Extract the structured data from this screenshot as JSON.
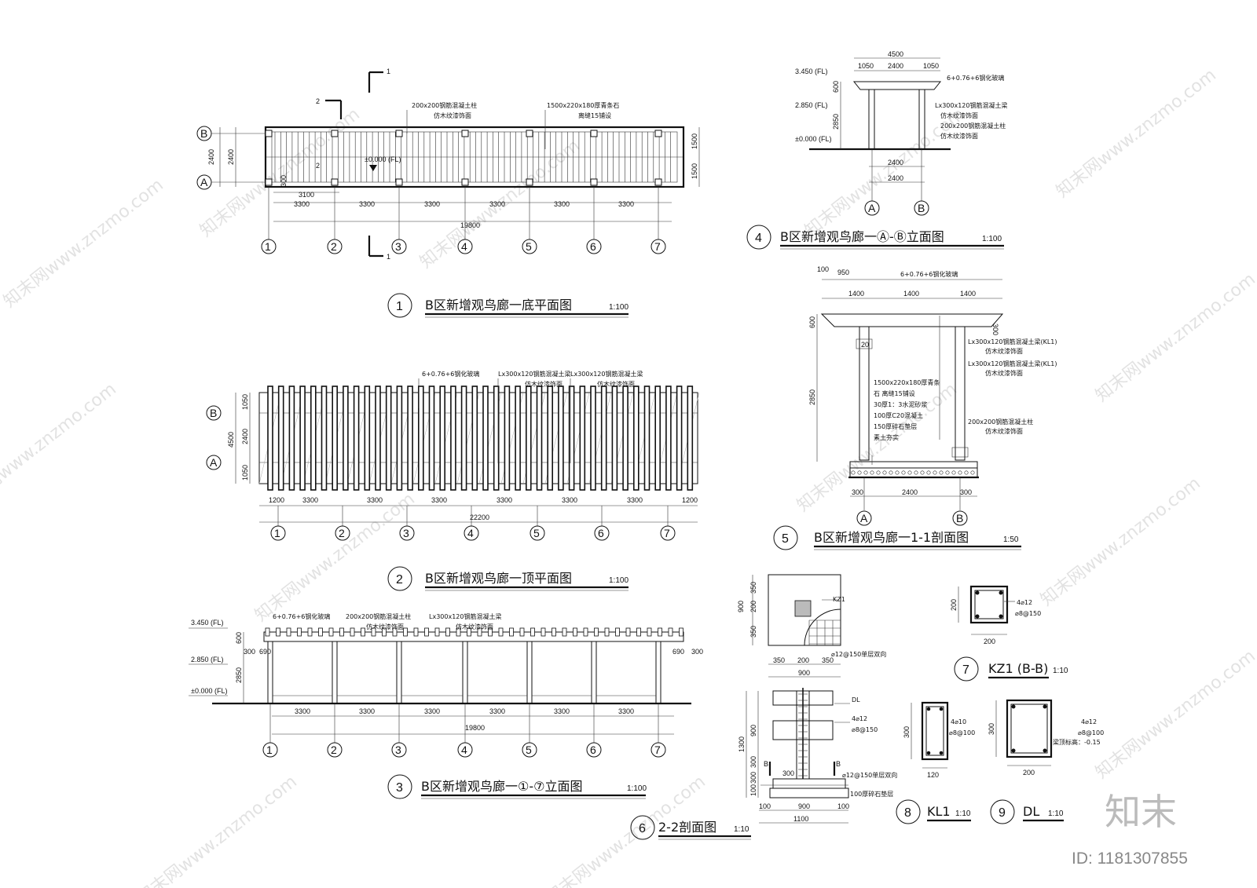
{
  "watermark": {
    "text": "知末网www.znzmo.com",
    "logo": "知末",
    "id": "ID: 1181307855"
  },
  "views": [
    {
      "num": "1",
      "title": "B区新增观鸟廊一底平面图",
      "scale": "1:100"
    },
    {
      "num": "2",
      "title": "B区新增观鸟廊一顶平面图",
      "scale": "1:100"
    },
    {
      "num": "3",
      "title": "B区新增观鸟廊一①-⑦立面图",
      "scale": "1:100"
    },
    {
      "num": "4",
      "title": "B区新增观鸟廊一Ⓐ-Ⓑ立面图",
      "scale": "1:100"
    },
    {
      "num": "5",
      "title": "B区新增观鸟廊一1-1剖面图",
      "scale": "1:50"
    },
    {
      "num": "6",
      "title": "2-2剖面图",
      "scale": "1:10"
    },
    {
      "num": "7",
      "title": "KZ1 (B-B)",
      "scale": "1:10"
    },
    {
      "num": "8",
      "title": "KL1",
      "scale": "1:10"
    },
    {
      "num": "9",
      "title": "DL",
      "scale": "1:10"
    }
  ],
  "grid": {
    "cols": [
      "1",
      "2",
      "3",
      "4",
      "5",
      "6",
      "7"
    ],
    "rows": [
      "A",
      "B"
    ]
  },
  "plan": {
    "dims_bay": "3300",
    "dim_total": "19800",
    "dim_first": "3100",
    "dim_width": "2400",
    "dim_half": "1500",
    "dim_300": "300",
    "level": "±0.000 (FL)",
    "notes": [
      "200x200钢筋混凝土柱",
      "仿木纹漆饰面",
      "1500x220x180厚青条石",
      "离缝15铺设"
    ],
    "sec1": "1",
    "sec2": "2"
  },
  "roof": {
    "dim_end": "1200",
    "dims_bay": "3300",
    "dim_total": "22200",
    "dim_side": "1050",
    "dim_mid": "2400",
    "dim_overall": "4500",
    "notes": [
      "6+0.76+6钢化玻璃",
      "Lx300x120钢筋混凝土梁",
      "仿木纹漆饰面"
    ]
  },
  "elev": {
    "lv_top": "3.450 (FL)",
    "lv_beam": "2.850 (FL)",
    "lv_zero": "±0.000 (FL)",
    "dim_600": "600",
    "dim_2850": "2850",
    "dim_300": "300",
    "dim_690": "690",
    "dims_bay": "3300",
    "dim_total": "19800",
    "notes": [
      "6+0.76+6钢化玻璃",
      "200x200钢筋混凝土柱",
      "仿木纹漆饰面",
      "Lx300x120钢筋混凝土梁"
    ]
  },
  "side": {
    "dim_total": "4500",
    "dim_side": "1050",
    "dim_mid": "2400",
    "lv_top": "3.450 (FL)",
    "lv_beam": "2.850 (FL)",
    "lv_zero": "±0.000 (FL)",
    "dim_600": "600",
    "dim_2850": "2850",
    "notes": [
      "6+0.76+6钢化玻璃",
      "Lx300x120钢筋混凝土梁",
      "仿木纹漆饰面",
      "200x200钢筋混凝土柱"
    ]
  },
  "sect": {
    "dim_100": "100",
    "dim_950": "950",
    "dim_1400": "1400",
    "dim_300": "300",
    "dim_2400": "2400",
    "dim_600": "600",
    "dim_2850": "2850",
    "dim_20": "20",
    "notes_top": [
      "6+0.76+6钢化玻璃"
    ],
    "notes_right": [
      "Lx300x120钢筋混凝土梁(KL1)",
      "仿木纹漆饰面",
      "Lx300x120钢筋混凝土梁(KL1)",
      "仿木纹漆饰面",
      "200x200钢筋混凝土柱",
      "仿木纹漆饰面"
    ],
    "layers": [
      "1500x220x180厚青条",
      "石 离缝15铺设",
      "30厚1：3水泥砂浆",
      "100厚C20混凝土",
      "150厚碎石垫层",
      "素土夯实"
    ]
  },
  "s22": {
    "dims_top": [
      "350",
      "200",
      "350"
    ],
    "dim_900": "900",
    "dims_bottom": [
      "350",
      "200",
      "350"
    ],
    "dim_900b": "900",
    "label_kz": "KZ1",
    "note_rebar": "⌀12@150单层双向",
    "dl": "DL",
    "rebar1": "4⌀12",
    "rebar2": "⌀8@150",
    "rebar3": "⌀12@150单层双向",
    "gravel": "100厚碎石垫层",
    "dims_v": [
      "1300",
      "900",
      "300",
      "300",
      "100"
    ],
    "dims_b": [
      "100",
      "900",
      "100"
    ],
    "dim_1100": "1100",
    "dim_300": "300",
    "sec": "B"
  },
  "kz1": {
    "dim": "200",
    "r1": "4⌀12",
    "r2": "⌀8@150"
  },
  "kl1": {
    "dim_h": "300",
    "dim_w": "120",
    "r1": "4⌀10",
    "r2": "⌀8@100"
  },
  "dl": {
    "dim_h": "300",
    "dim_w": "200",
    "r1": "4⌀12",
    "r2": "⌀8@100",
    "r3": "梁顶标高：-0.15"
  }
}
